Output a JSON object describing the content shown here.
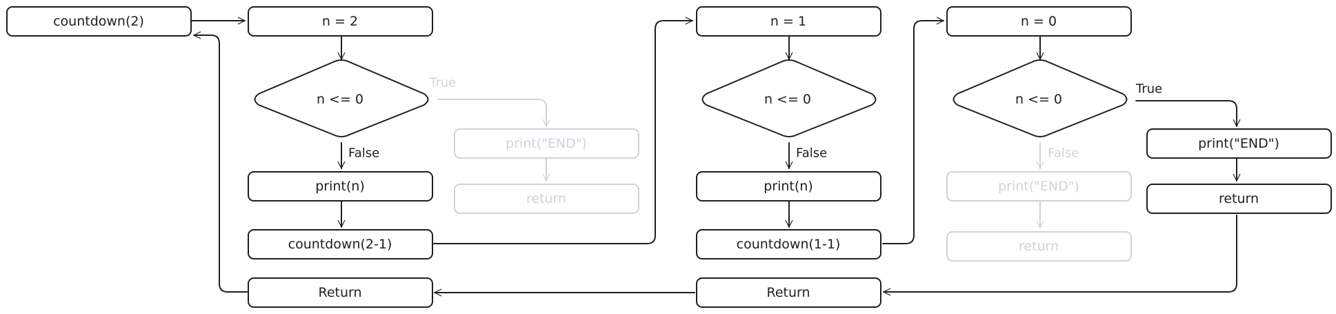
{
  "colors": {
    "active": "#1e1e1e",
    "faded": "#ced4da",
    "background": "#ffffff"
  },
  "frame1": {
    "call": "countdown(2)",
    "assign": "n = 2",
    "condition": "n <= 0",
    "true_label": "True",
    "false_label": "False",
    "print_end": "print(\"END\")",
    "return_inner": "return",
    "print_n": "print(n)",
    "recursive_call": "countdown(2-1)",
    "return_outer": "Return"
  },
  "frame2": {
    "assign": "n = 1",
    "condition": "n <= 0",
    "false_label": "False",
    "print_n": "print(n)",
    "recursive_call": "countdown(1-1)",
    "return_outer": "Return"
  },
  "frame3": {
    "assign": "n = 0",
    "condition": "n <= 0",
    "true_label": "True",
    "false_label": "False",
    "print_end": "print(\"END\")",
    "return_inner": "return",
    "print_end_faded": "print(\"END\")",
    "return_faded": "return"
  }
}
